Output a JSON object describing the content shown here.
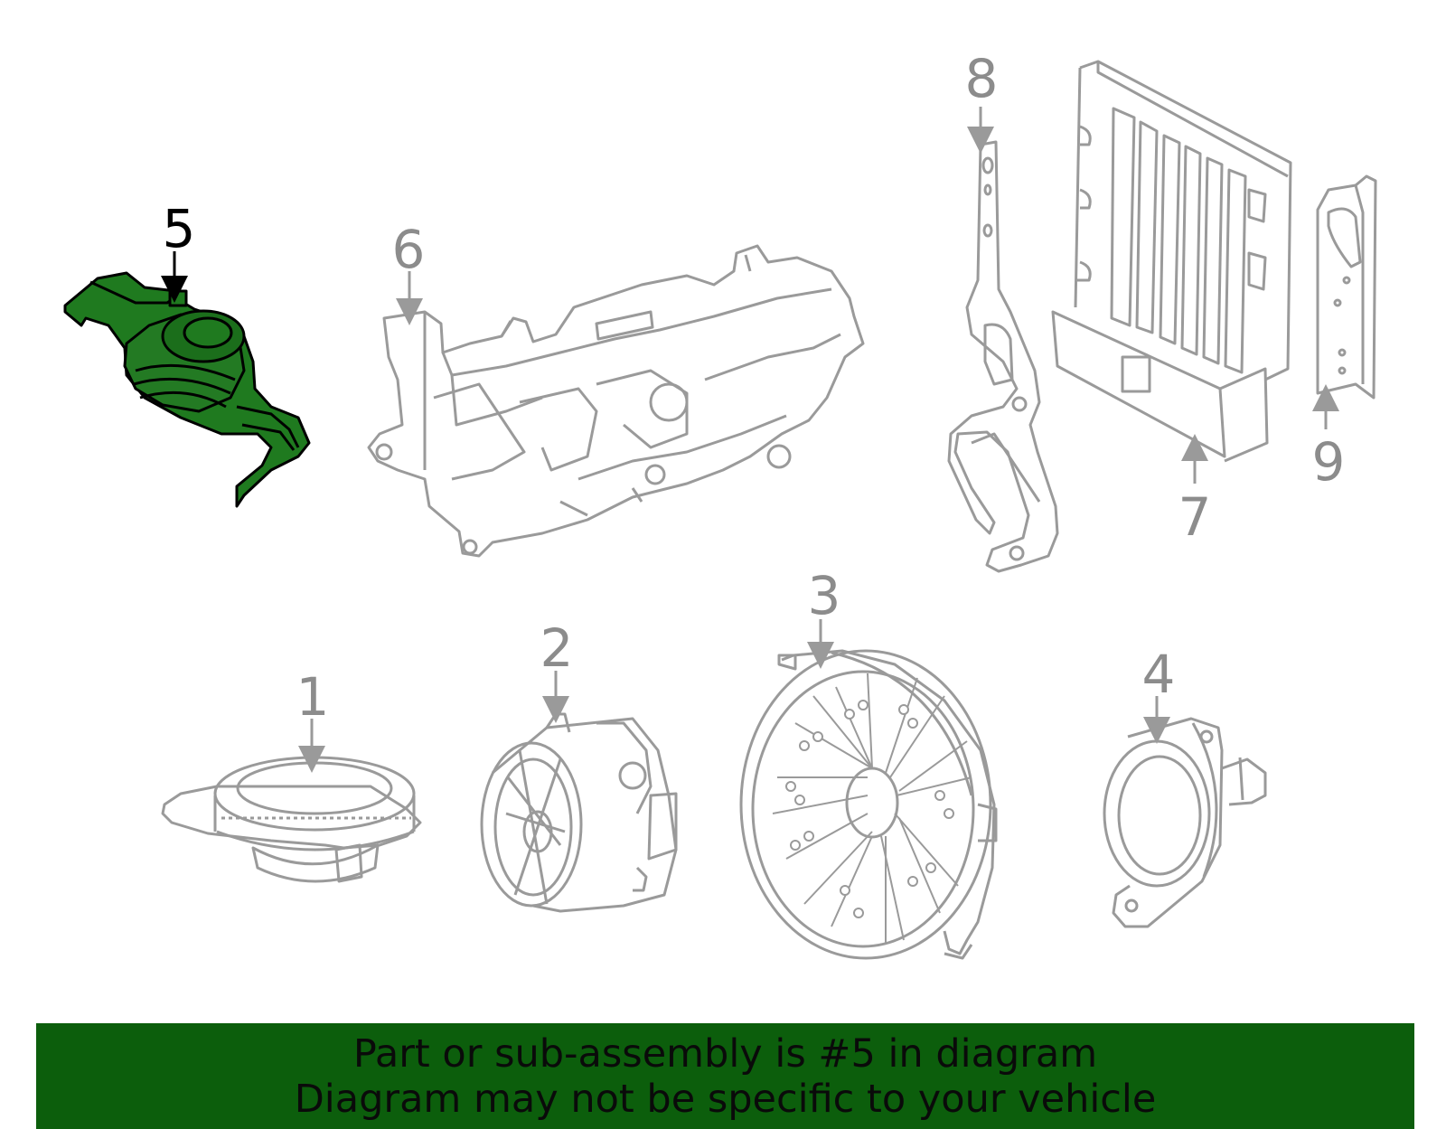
{
  "diagram": {
    "highlighted_part": "5",
    "colors": {
      "outline": "#9a9a9a",
      "highlight_fill": "#1f7a1f",
      "highlight_outline": "#000000",
      "banner_bg": "#0c5e0c"
    },
    "callouts": [
      {
        "id": "1",
        "label": "1"
      },
      {
        "id": "2",
        "label": "2"
      },
      {
        "id": "3",
        "label": "3"
      },
      {
        "id": "4",
        "label": "4"
      },
      {
        "id": "5",
        "label": "5"
      },
      {
        "id": "6",
        "label": "6"
      },
      {
        "id": "7",
        "label": "7"
      },
      {
        "id": "8",
        "label": "8"
      },
      {
        "id": "9",
        "label": "9"
      }
    ]
  },
  "banner": {
    "line1": "Part or sub-assembly is #5 in diagram",
    "line2": "Diagram may not be specific to your vehicle"
  }
}
